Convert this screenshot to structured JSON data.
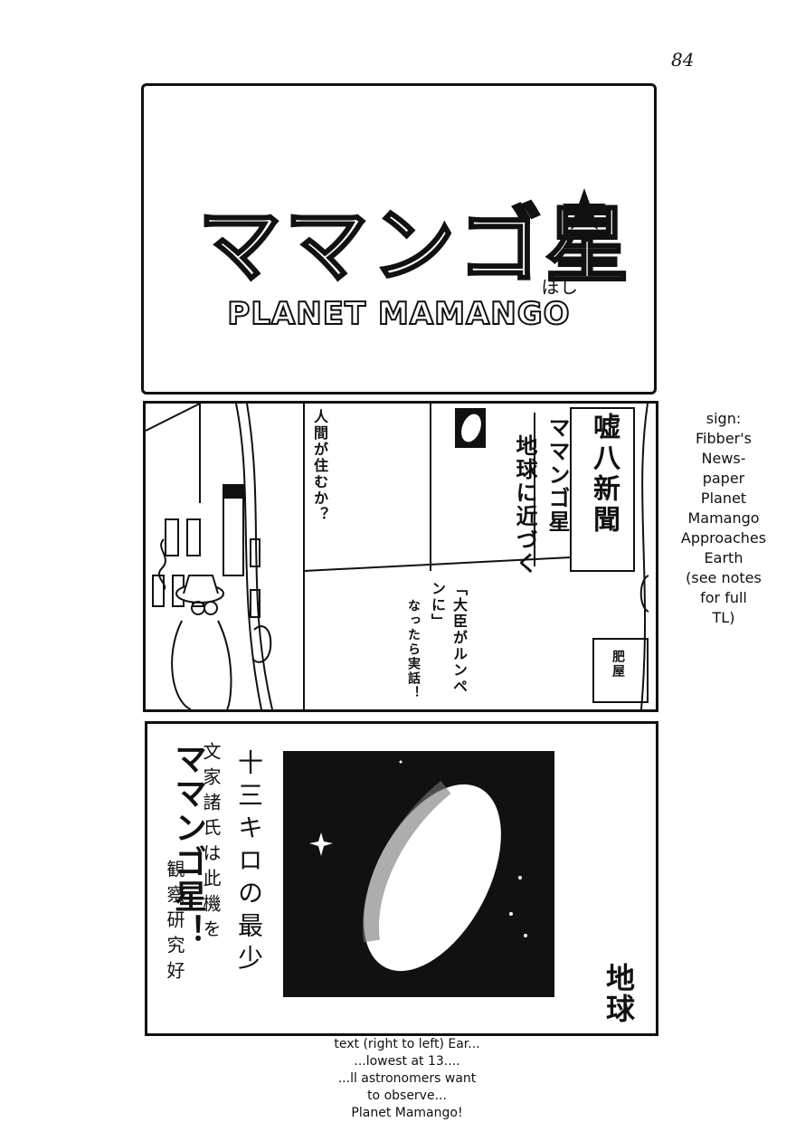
{
  "page_number": "84",
  "title_panel": {
    "title_jp": "ママンゴ星",
    "furigana": "ぼし",
    "title_en": "PLANET MAMANGO"
  },
  "sign_note": [
    "sign:",
    "Fibber's",
    "News-",
    "paper",
    "Planet",
    "Mamango",
    "Approaches",
    "Earth",
    "(see notes",
    "for full",
    "TL)"
  ],
  "newspaper": {
    "masthead": "嘘八新聞",
    "headline_1": "ママンゴ星",
    "headline_2": "地球に近づく",
    "section_a": "人間が住むか？",
    "section_b": "「大臣がルンペンに」",
    "section_c": "なったら実話！",
    "vendor_sign": "肥屋"
  },
  "closeup": {
    "title": "ママンゴ星！",
    "col_1": "十三キロの最少",
    "col_2": "文家諸氏は此機を",
    "col_3": "観察研究好",
    "bottom_right": "地球"
  },
  "caption_note": [
    "text (right to left) Ear...",
    "...lowest at 13....",
    "...ll astronomers want",
    "to observe...",
    "Planet Mamango!"
  ]
}
